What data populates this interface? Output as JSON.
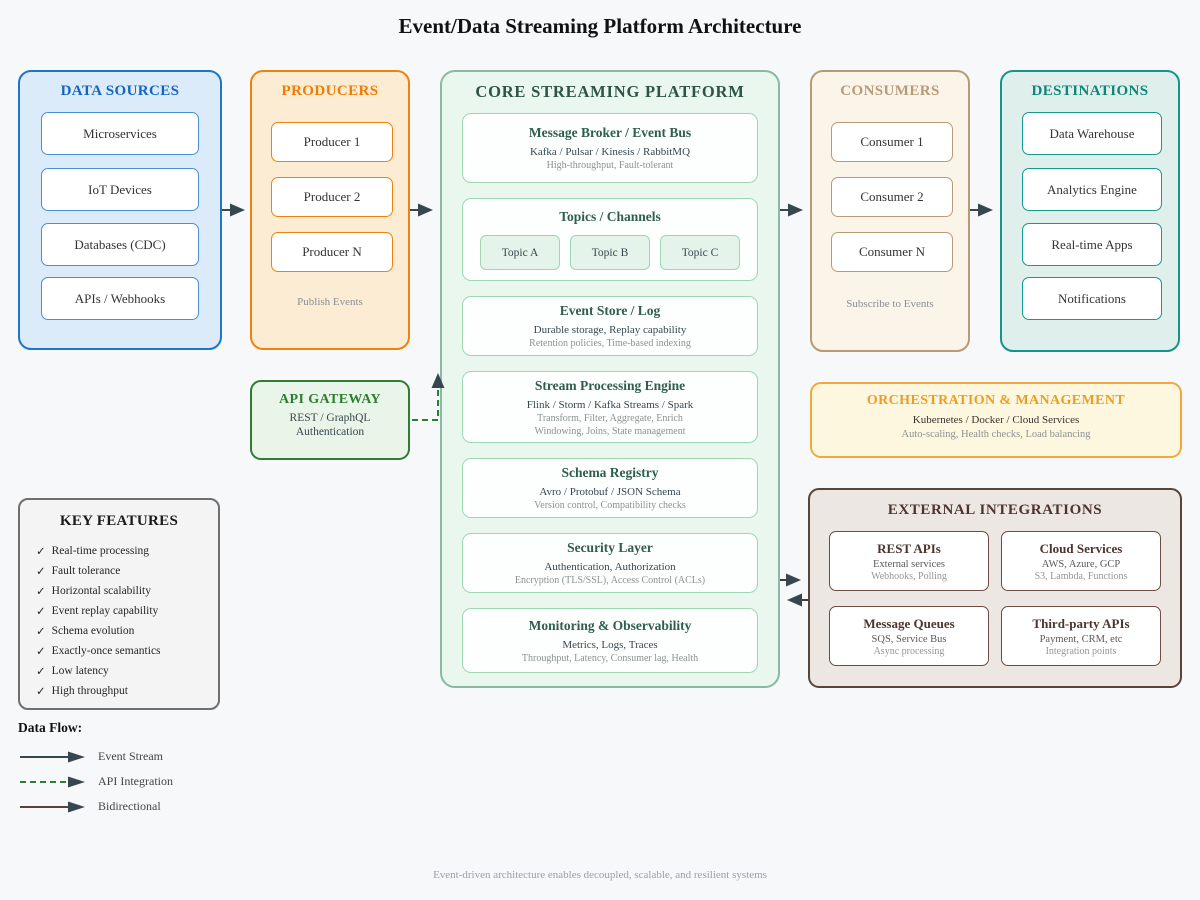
{
  "title": "Event/Data Streaming Platform Architecture",
  "palette": {
    "sources_accent": "#1565c0",
    "producers_accent": "#f07d00",
    "core_accent": "#2e5347",
    "consumers_accent": "#b79b77",
    "destinations_accent": "#0e8577",
    "gateway_accent": "#2e7d32",
    "orchestration_accent": "#ee9d20",
    "external_accent": "#4e342e",
    "event_stream_arrow": "#37474f",
    "api_integration_arrow": "#2e7d32",
    "bidirectional_arrow": "#4e342e"
  },
  "data_sources": {
    "title": "DATA SOURCES",
    "items": [
      "Microservices",
      "IoT Devices",
      "Databases (CDC)",
      "APIs / Webhooks"
    ]
  },
  "producers": {
    "title": "PRODUCERS",
    "items": [
      "Producer 1",
      "Producer 2",
      "Producer N"
    ],
    "note": "Publish Events"
  },
  "core": {
    "title": "CORE STREAMING PLATFORM",
    "sections": [
      {
        "title": "Message Broker / Event Bus",
        "line1": "Kafka / Pulsar / Kinesis / RabbitMQ",
        "line2": "High-throughput, Fault-tolerant"
      },
      {
        "title": "Topics / Channels",
        "topics": [
          "Topic A",
          "Topic B",
          "Topic C"
        ]
      },
      {
        "title": "Event Store / Log",
        "line1": "Durable storage, Replay capability",
        "line2": "Retention policies, Time-based indexing"
      },
      {
        "title": "Stream Processing Engine",
        "line1": "Flink / Storm / Kafka Streams / Spark",
        "line2": "Transform, Filter, Aggregate, Enrich",
        "line3": "Windowing, Joins, State management"
      },
      {
        "title": "Schema Registry",
        "line1": "Avro / Protobuf / JSON Schema",
        "line2": "Version control, Compatibility checks"
      },
      {
        "title": "Security Layer",
        "line1": "Authentication, Authorization",
        "line2": "Encryption (TLS/SSL), Access Control (ACLs)"
      },
      {
        "title": "Monitoring & Observability",
        "line1": "Metrics, Logs, Traces",
        "line2": "Throughput, Latency, Consumer lag, Health"
      }
    ]
  },
  "consumers": {
    "title": "CONSUMERS",
    "items": [
      "Consumer 1",
      "Consumer 2",
      "Consumer N"
    ],
    "note": "Subscribe to Events"
  },
  "destinations": {
    "title": "DESTINATIONS",
    "items": [
      "Data Warehouse",
      "Analytics Engine",
      "Real-time Apps",
      "Notifications"
    ]
  },
  "api_gateway": {
    "title": "API GATEWAY",
    "line1": "REST / GraphQL",
    "line2": "Authentication"
  },
  "orchestration": {
    "title": "ORCHESTRATION & MANAGEMENT",
    "line1": "Kubernetes / Docker / Cloud Services",
    "line2": "Auto-scaling, Health checks, Load balancing"
  },
  "external": {
    "title": "EXTERNAL INTEGRATIONS",
    "cards": [
      {
        "title": "REST APIs",
        "line1": "External services",
        "line2": "Webhooks, Polling"
      },
      {
        "title": "Cloud Services",
        "line1": "AWS, Azure, GCP",
        "line2": "S3, Lambda, Functions"
      },
      {
        "title": "Message Queues",
        "line1": "SQS, Service Bus",
        "line2": "Async processing"
      },
      {
        "title": "Third-party APIs",
        "line1": "Payment, CRM, etc",
        "line2": "Integration points"
      }
    ]
  },
  "key_features": {
    "title": "KEY FEATURES",
    "check": "✓",
    "items": [
      "Real-time processing",
      "Fault tolerance",
      "Horizontal scalability",
      "Event replay capability",
      "Schema evolution",
      "Exactly-once semantics",
      "Low latency",
      "High throughput"
    ]
  },
  "legend": {
    "title": "Data Flow:",
    "items": [
      {
        "label": "Event Stream"
      },
      {
        "label": "API Integration"
      },
      {
        "label": "Bidirectional"
      }
    ]
  },
  "footer": "Event-driven architecture enables decoupled, scalable, and resilient systems"
}
